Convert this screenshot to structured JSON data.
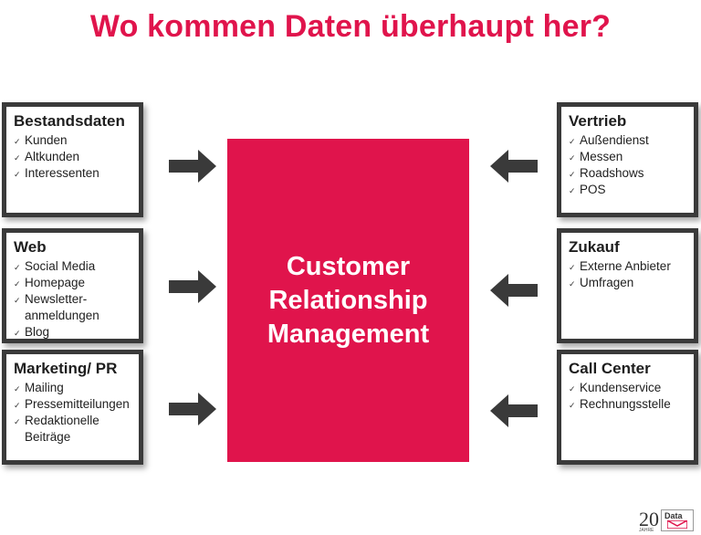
{
  "title": "Wo kommen Daten überhaupt  her?",
  "center": {
    "label": "Customer Relationship Management"
  },
  "boxes": [
    {
      "heading": "Bestandsdaten",
      "items": [
        "Kunden",
        "Altkunden",
        "Interessenten"
      ]
    },
    {
      "heading": "Web",
      "items": [
        "Social Media",
        "Homepage",
        "Newsletter-\nanmeldungen",
        "Blog"
      ]
    },
    {
      "heading": "Marketing/ PR",
      "items": [
        "Mailing",
        "Pressemitteilungen",
        "Redaktionelle Beiträge"
      ]
    },
    {
      "heading": "Vertrieb",
      "items": [
        "Außendienst",
        "Messen",
        "Roadshows",
        "POS"
      ]
    },
    {
      "heading": "Zukauf",
      "items": [
        "Externe Anbieter",
        "Umfragen"
      ]
    },
    {
      "heading": "Call Center",
      "items": [
        "Kundenservice",
        "Rechnungsstelle"
      ]
    }
  ],
  "logo": {
    "number": "20",
    "word": "Data",
    "sub": "JAHRE"
  },
  "colors": {
    "accent": "#e0144c",
    "border": "#3a3a3a",
    "arrow": "#3a3a3a"
  }
}
